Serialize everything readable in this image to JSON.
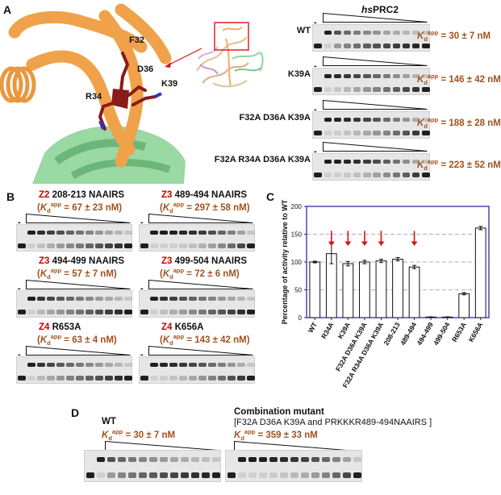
{
  "panels": {
    "a": "A",
    "b": "B",
    "c": "C",
    "d": "D"
  },
  "panelA": {
    "header": "hsPRC2",
    "header_prefix": "hs",
    "header_main": "PRC2",
    "residues": [
      "F32",
      "D36",
      "R34",
      "K39"
    ],
    "rows": [
      {
        "label": "WT",
        "kd_value": "= 30 ± 7 nM"
      },
      {
        "label": "K39A",
        "kd_value": "= 146 ± 42 nM"
      },
      {
        "label": "F32A D36A K39A",
        "kd_value": "= 188 ± 28 nM"
      },
      {
        "label": "F32A R34A D36A K39A",
        "kd_value": "= 223 ± 52 nM"
      }
    ],
    "minus": "-"
  },
  "panelB": {
    "gels": [
      {
        "zone": "Z2",
        "label": "208-213 NAAIRS",
        "kd_value": "= 67 ± 23 nM"
      },
      {
        "zone": "Z3",
        "label": "489-494 NAAIRS",
        "kd_value": "= 297 ± 58 nM"
      },
      {
        "zone": "Z3",
        "label": "494-499 NAAIRS",
        "kd_value": "= 57 ± 7 nM"
      },
      {
        "zone": "Z3",
        "label": "499-504 NAAIRS",
        "kd_value": "= 72 ± 6 nM"
      },
      {
        "zone": "Z4",
        "label": "R653A",
        "kd_value": "= 63 ± 4 nM"
      },
      {
        "zone": "Z4",
        "label": "K656A",
        "kd_value": "= 143 ± 42 nM"
      }
    ],
    "minus": "-"
  },
  "panelC": {
    "ylabel": "Percentage of activity relative to WT",
    "colors": {
      "axis": "#1a1aaa",
      "grid": "#8f8fd8",
      "arrow": "#dd1111",
      "bar": "#111111"
    }
  },
  "chart_data": {
    "type": "bar",
    "categories": [
      "WT",
      "R34A",
      "K39A",
      "F32A D36A K39A",
      "F32A R34A D36A K39A",
      "208-213",
      "489-494",
      "494-499",
      "499-504",
      "R653A",
      "K656A"
    ],
    "values": [
      100,
      115,
      97,
      100,
      102,
      105,
      91,
      1,
      1,
      43,
      161
    ],
    "errors": [
      1.5,
      18,
      4,
      3,
      3,
      3,
      3,
      0.5,
      0.5,
      2,
      3
    ],
    "arrows_over": [
      "R34A",
      "K39A",
      "F32A D36A K39A",
      "F32A R34A D36A K39A",
      "489-494"
    ],
    "ylabel": "Percentage of activity relative to WT",
    "ylim": [
      0,
      200
    ],
    "yticks": [
      0,
      50,
      100,
      150,
      200
    ],
    "grid_lines": [
      50,
      100,
      150
    ],
    "grid": true
  },
  "panelD": {
    "wt_label": "WT",
    "wt_kd_value": "= 30 ± 7 nM",
    "combo_title": "Combination mutant",
    "combo_detail": "[F32A D36A K39A and PRKKKR489-494NAAIRS ]",
    "combo_kd_value": "= 359 ± 33 nM",
    "minus": "-"
  }
}
